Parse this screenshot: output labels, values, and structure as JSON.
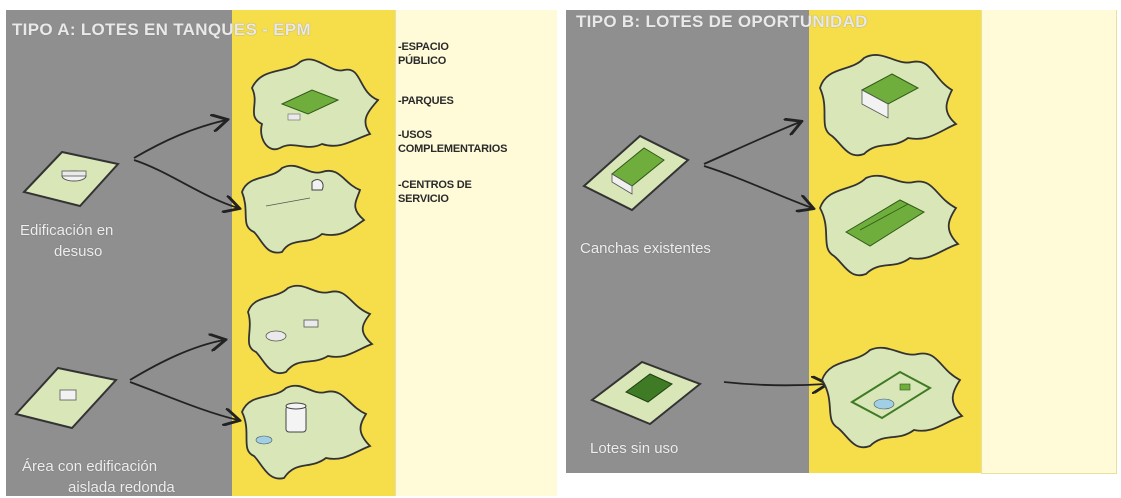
{
  "colors": {
    "gray_panel": "#8f8f8f",
    "yellow_panel": "#f6dd4a",
    "cream_panel": "#fffbd9",
    "lot_fill": "#d9e6b8",
    "building_green": "#6fae3c"
  },
  "panel_a": {
    "title": "TIPO A: LOTES EN TANQUES - EPM",
    "source_labels": [
      {
        "line1": "Edificación en",
        "line2": "desuso"
      },
      {
        "line1": "Área con edificación",
        "line2": "aislada redonda"
      }
    ],
    "uses": [
      "-ESPACIO PÚBLICO",
      "-PARQUES",
      "-USOS COMPLEMENTARIOS",
      "-CENTROS DE SERVICIO"
    ]
  },
  "panel_b": {
    "title": "TIPO B: LOTES DE OPORTUNIDAD",
    "source_labels": [
      {
        "line1": "Canchas existentes"
      },
      {
        "line1": "Lotes sin uso"
      }
    ]
  }
}
